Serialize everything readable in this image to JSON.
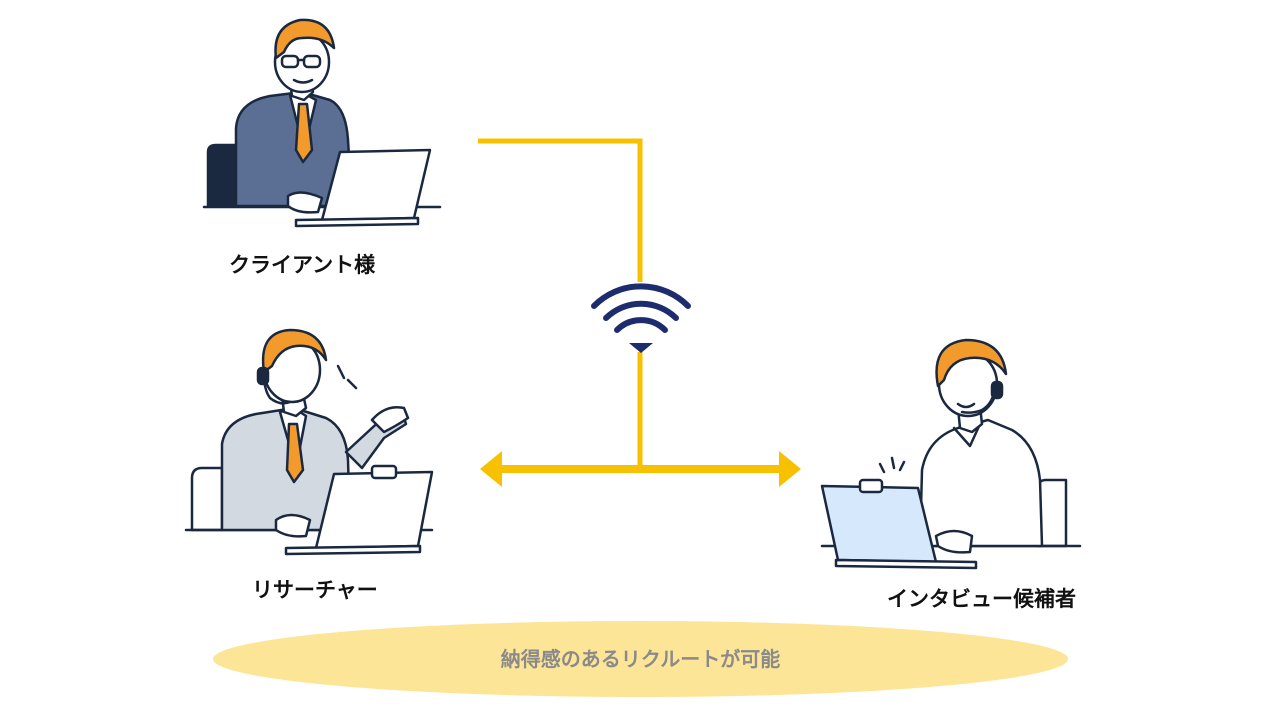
{
  "people": {
    "client": {
      "label": "クライアント様",
      "icon": "businessman-laptop-icon"
    },
    "researcher": {
      "label": "リサーチャー",
      "icon": "headset-man-laptop-icon"
    },
    "candidate": {
      "label": "インタビュー候補者",
      "icon": "headset-candidate-laptop-icon"
    }
  },
  "connection": {
    "icon": "wifi-icon"
  },
  "footer": {
    "text": "納得感のあるリクルートが可能"
  },
  "colors": {
    "line": "#f7c100",
    "wifi": "#1c2c6e",
    "footer_fill": "#fde597",
    "footer_text": "#8a8a8a",
    "hair": "#f39a2c",
    "suit_client": "#5b6e94",
    "suit_researcher": "#d3d9e1",
    "screen_candidate": "#d6e8fb",
    "ink": "#1b2940"
  }
}
